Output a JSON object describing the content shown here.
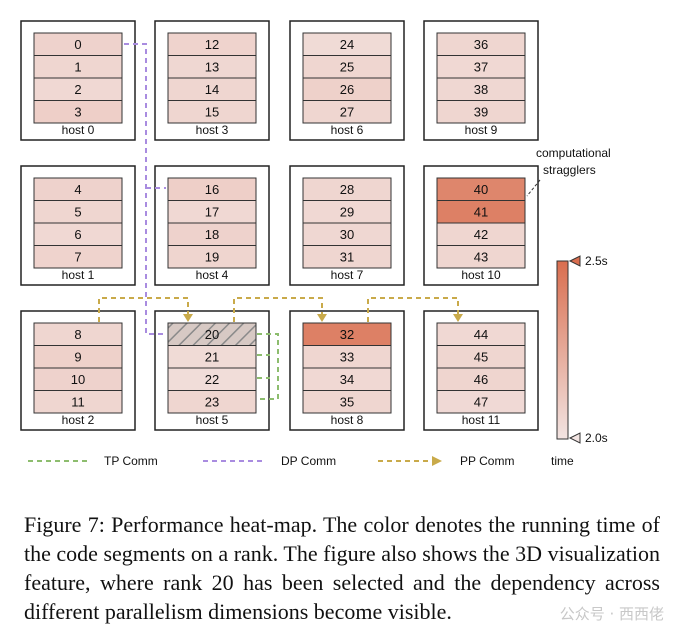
{
  "hosts": [
    {
      "label": "host 0",
      "ranks": [
        {
          "id": "0",
          "level": 0.15
        },
        {
          "id": "1",
          "level": 0.12
        },
        {
          "id": "2",
          "level": 0.1
        },
        {
          "id": "3",
          "level": 0.18
        }
      ]
    },
    {
      "label": "host 1",
      "ranks": [
        {
          "id": "4",
          "level": 0.15
        },
        {
          "id": "5",
          "level": 0.12
        },
        {
          "id": "6",
          "level": 0.1
        },
        {
          "id": "7",
          "level": 0.14
        }
      ]
    },
    {
      "label": "host 2",
      "ranks": [
        {
          "id": "8",
          "level": 0.12
        },
        {
          "id": "9",
          "level": 0.16
        },
        {
          "id": "10",
          "level": 0.15
        },
        {
          "id": "11",
          "level": 0.12
        }
      ]
    },
    {
      "label": "host 3",
      "ranks": [
        {
          "id": "12",
          "level": 0.14
        },
        {
          "id": "13",
          "level": 0.11
        },
        {
          "id": "14",
          "level": 0.12
        },
        {
          "id": "15",
          "level": 0.12
        }
      ]
    },
    {
      "label": "host 4",
      "ranks": [
        {
          "id": "16",
          "level": 0.18
        },
        {
          "id": "17",
          "level": 0.1
        },
        {
          "id": "18",
          "level": 0.15
        },
        {
          "id": "19",
          "level": 0.13
        }
      ]
    },
    {
      "label": "host 5",
      "ranks": [
        {
          "id": "20",
          "level": 0.12
        },
        {
          "id": "21",
          "level": 0.08
        },
        {
          "id": "22",
          "level": 0.06
        },
        {
          "id": "23",
          "level": 0.12
        }
      ]
    },
    {
      "label": "host 6",
      "ranks": [
        {
          "id": "24",
          "level": 0.08
        },
        {
          "id": "25",
          "level": 0.12
        },
        {
          "id": "26",
          "level": 0.16
        },
        {
          "id": "27",
          "level": 0.12
        }
      ]
    },
    {
      "label": "host 7",
      "ranks": [
        {
          "id": "28",
          "level": 0.12
        },
        {
          "id": "29",
          "level": 0.1
        },
        {
          "id": "30",
          "level": 0.11
        },
        {
          "id": "31",
          "level": 0.12
        }
      ]
    },
    {
      "label": "host 8",
      "ranks": [
        {
          "id": "32",
          "level": 0.85
        },
        {
          "id": "33",
          "level": 0.12
        },
        {
          "id": "34",
          "level": 0.1
        },
        {
          "id": "35",
          "level": 0.12
        }
      ]
    },
    {
      "label": "host 9",
      "ranks": [
        {
          "id": "36",
          "level": 0.12
        },
        {
          "id": "37",
          "level": 0.1
        },
        {
          "id": "38",
          "level": 0.11
        },
        {
          "id": "39",
          "level": 0.12
        }
      ]
    },
    {
      "label": "host 10",
      "ranks": [
        {
          "id": "40",
          "level": 0.8
        },
        {
          "id": "41",
          "level": 0.85
        },
        {
          "id": "42",
          "level": 0.12
        },
        {
          "id": "43",
          "level": 0.12
        }
      ]
    },
    {
      "label": "host 11",
      "ranks": [
        {
          "id": "44",
          "level": 0.1
        },
        {
          "id": "45",
          "level": 0.12
        },
        {
          "id": "46",
          "level": 0.13
        },
        {
          "id": "47",
          "level": 0.09
        }
      ]
    }
  ],
  "selected_rank": "20",
  "annotation": {
    "line1": "computational",
    "line2": "stragglers"
  },
  "colorbar": {
    "max_label": "2.5s",
    "min_label": "2.0s",
    "axis_label": "time",
    "color_low": "#f2e4e2",
    "color_high": "#d96e4f"
  },
  "legend": {
    "tp": "TP Comm",
    "dp": "DP Comm",
    "pp": "PP Comm"
  },
  "colors": {
    "tp": "#8dbd6e",
    "dp": "#a98ce0",
    "pp": "#c9aa4a",
    "box_border": "#222222",
    "hatch": "#8a8a8a"
  },
  "caption": "Figure 7: Performance heat-map. The color denotes the running time of the code segments on a rank. The figure also shows the 3D visualization feature, where rank 20 has been selected and the dependency across different parallelism dimensions become visible.",
  "watermark": "公众号 · 西西佬"
}
